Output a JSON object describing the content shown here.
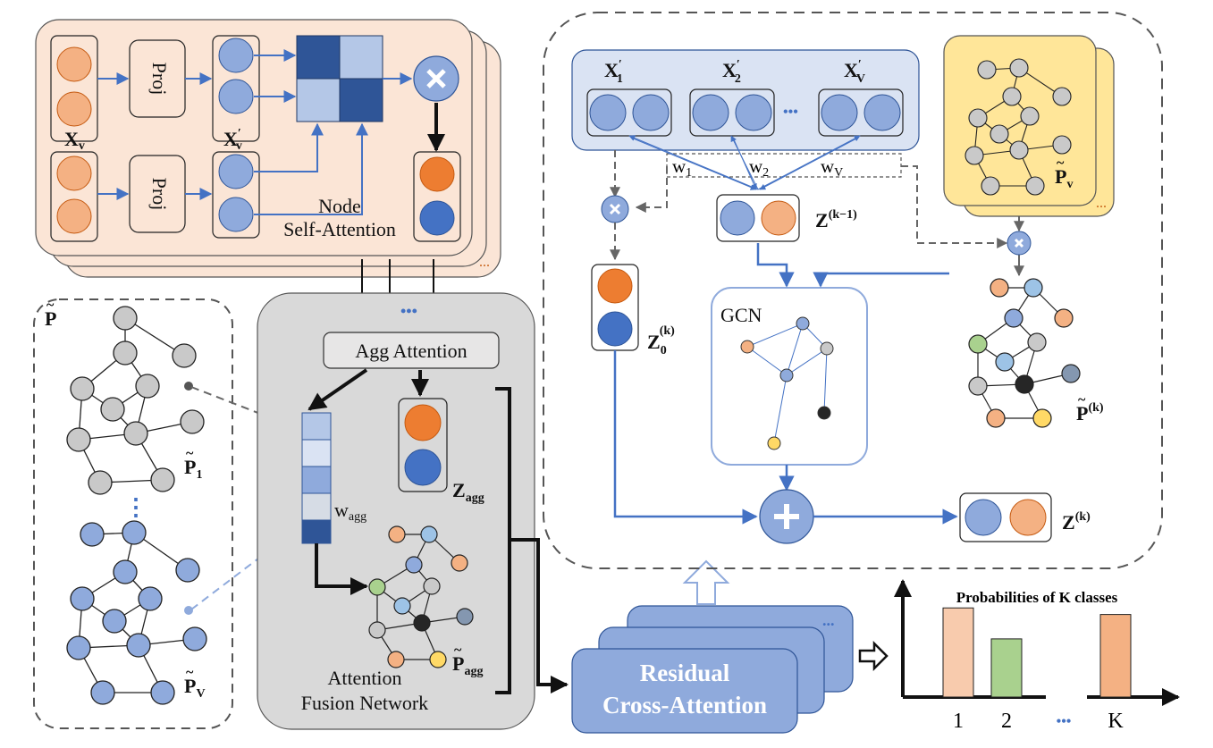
{
  "self_attention": {
    "proj_label": "Proj",
    "input_label": "X",
    "input_sub": "v",
    "proj_out_label": "X",
    "proj_out_prime": "′",
    "proj_out_sub": "v",
    "title_line1": "Node",
    "title_line2": "Self-Attention",
    "ellipsis": "..."
  },
  "graph_panel": {
    "p_label": "P",
    "p1_label": "P",
    "p1_sub": "1",
    "pv_label": "P",
    "pv_sub": "V",
    "dots": "⋮"
  },
  "fusion": {
    "agg_attention": "Agg Attention",
    "dots": "•••",
    "w_agg": "w",
    "w_agg_sub": "agg",
    "z_agg": "Z",
    "z_agg_sub": "agg",
    "p_agg": "P",
    "p_agg_sub": "agg",
    "title_line1": "Attention",
    "title_line2": "Fusion Network"
  },
  "cross_attention": {
    "line1": "Residual",
    "line2": "Cross-Attention",
    "ellipsis": "..."
  },
  "residual_block": {
    "x1": "X",
    "x1_sub": "1",
    "x2": "X",
    "x2_sub": "2",
    "xv": "X",
    "xv_sub": "V",
    "prime": "′",
    "dots": "•••",
    "w1": "w",
    "w1_sub": "1",
    "w2": "w",
    "w2_sub": "2",
    "wv": "w",
    "wv_sub": "V",
    "z_prev": "Z",
    "z_prev_sup": "(k−1)",
    "z0": "Z",
    "z0_sub": "0",
    "z0_sup": "(k)",
    "gcn": "GCN",
    "pv": "P",
    "pv_sub": "v",
    "pk": "P",
    "pk_sup": "(k)",
    "zk": "Z",
    "zk_sup": "(k)",
    "ellipsis": "..."
  },
  "chart_data": {
    "type": "bar",
    "title": "Probabilities of K classes",
    "categories": [
      "1",
      "2",
      "•••",
      "K"
    ],
    "values": [
      0.95,
      0.62,
      null,
      0.88
    ],
    "colors": [
      "#f8cbad",
      "#a9d18e",
      null,
      "#f4b183"
    ],
    "ylim": [
      0,
      1.2
    ]
  },
  "colors": {
    "orange_node": "#f4b183",
    "blue_node": "#8faadc",
    "dark_orange": "#ed7d31",
    "dark_blue": "#4472c4",
    "arrow_blue": "#4472c4",
    "panel_peach": "#fbe5d6",
    "panel_blue": "#dae3f3",
    "panel_yellow": "#ffe699",
    "panel_gray": "#d9d9d9"
  }
}
